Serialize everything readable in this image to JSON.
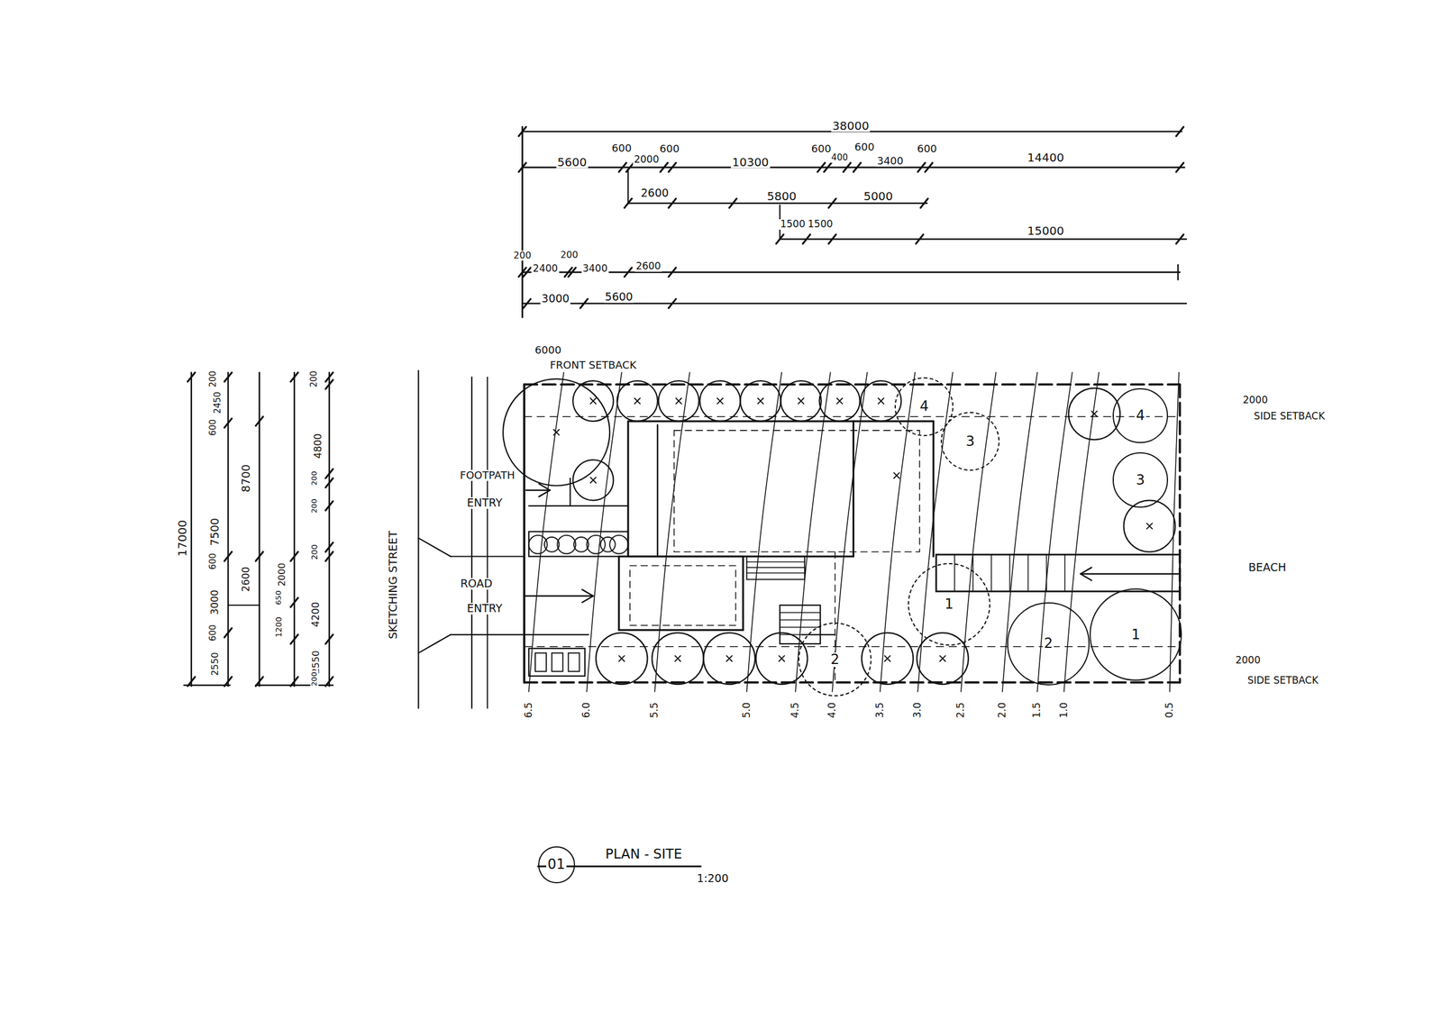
{
  "diagram": {
    "title": "PLAN - SITE",
    "nodes": [
      {
        "text": [
          "4"
        ]
      },
      {
        "text": [
          "4"
        ]
      },
      {
        "text": [
          "3"
        ]
      },
      {
        "text": [
          "3"
        ]
      },
      {
        "text": [
          "1"
        ]
      },
      {
        "text": [
          "2"
        ]
      },
      {
        "text": [
          "1"
        ]
      },
      {
        "text": [
          "2"
        ]
      },
      {
        "text": [
          "01"
        ]
      }
    ],
    "labels": [
      "38000",
      "5600",
      "600",
      "2000",
      "600",
      "10300",
      "600",
      "400",
      "600",
      "3400",
      "600",
      "14400",
      "2600",
      "5800",
      "5000",
      "1500",
      "1500",
      "15000",
      "200",
      "200",
      "2400",
      "3400",
      "2600",
      "3000",
      "5600",
      "17000",
      "200",
      "2450",
      "600",
      "7500",
      "600",
      "3000",
      "600",
      "2550",
      "8700",
      "2600",
      "650",
      "1200",
      "2000",
      "200",
      "4800",
      "200",
      "200",
      "200",
      "4200",
      "2550",
      "200",
      "6000",
      "FRONT SETBACK",
      "FOOTPATH",
      "ENTRY",
      "ROAD",
      "ENTRY",
      "SKETCHING STREET",
      "2000",
      "SIDE SETBACK",
      "BEACH",
      "2000",
      "SIDE SETBACK",
      "6.5",
      "6.0",
      "5.5",
      "5.0",
      "4.5",
      "4.0",
      "3.5",
      "3.0",
      "2.5",
      "2.0",
      "1.5",
      "1.0",
      "0.5",
      "1:200"
    ]
  }
}
